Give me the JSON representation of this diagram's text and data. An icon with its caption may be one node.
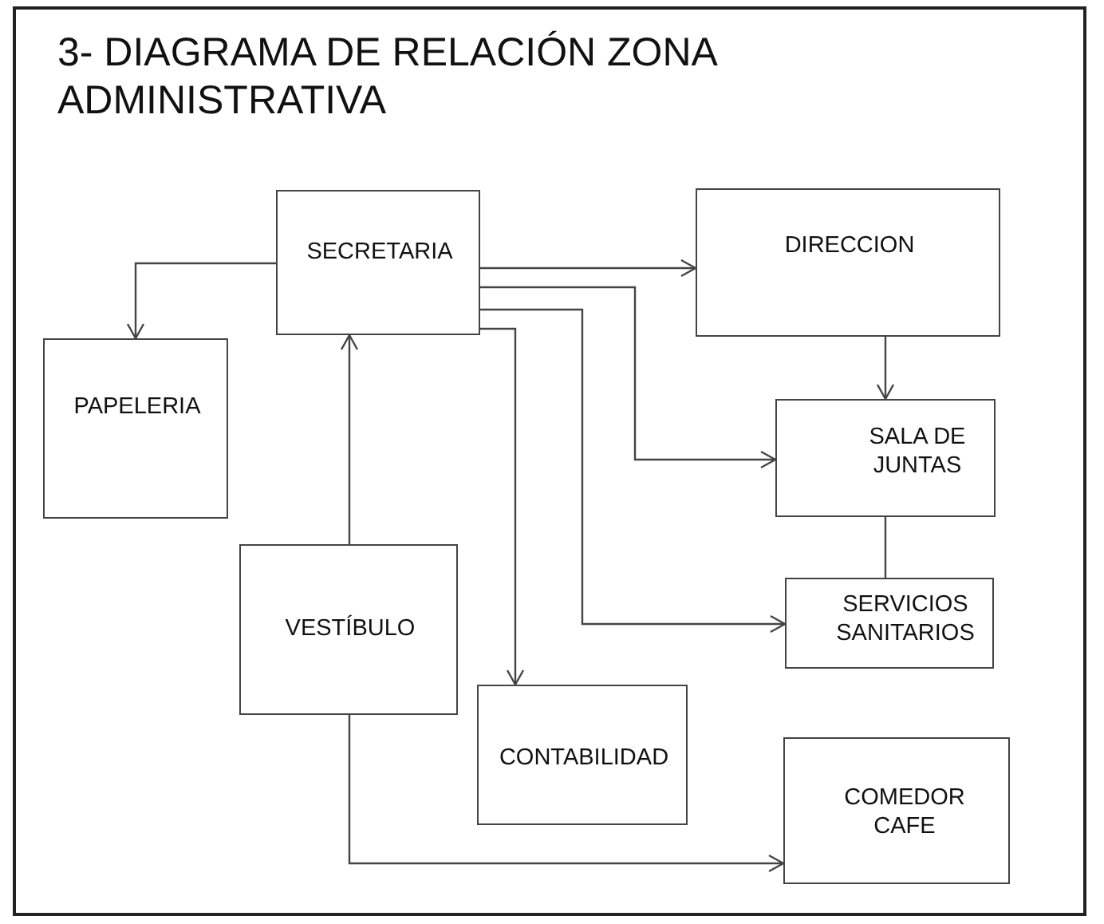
{
  "diagram": {
    "title": "3- DIAGRAMA DE RELACIÓN ZONA ADMINISTRATIVA",
    "nodes": [
      {
        "text": [
          "SECRETARIA"
        ]
      },
      {
        "text": [
          "DIRECCION"
        ]
      },
      {
        "text": [
          "PAPELERIA"
        ]
      },
      {
        "text": [
          "SALA DE JUNTAS"
        ]
      },
      {
        "text": [
          "VESTÍBULO"
        ]
      },
      {
        "text": [
          "SERVICIOS SANITARIOS"
        ]
      },
      {
        "text": [
          "CONTABILIDAD"
        ]
      },
      {
        "text": [
          "COMEDOR CAFE"
        ]
      }
    ],
    "edges": [
      {
        "from": 0,
        "to": 2,
        "arrow": "to"
      },
      {
        "from": 0,
        "to": 1,
        "arrow": "to"
      },
      {
        "from": 0,
        "to": 3,
        "arrow": "to"
      },
      {
        "from": 0,
        "to": 5,
        "arrow": "to"
      },
      {
        "from": 0,
        "to": 6,
        "arrow": "to"
      },
      {
        "from": 4,
        "to": 0,
        "arrow": "to"
      },
      {
        "from": 1,
        "to": 3,
        "arrow": "to"
      },
      {
        "from": 3,
        "to": 5,
        "arrow": "none"
      },
      {
        "from": 4,
        "to": 7,
        "arrow": "to"
      }
    ]
  }
}
